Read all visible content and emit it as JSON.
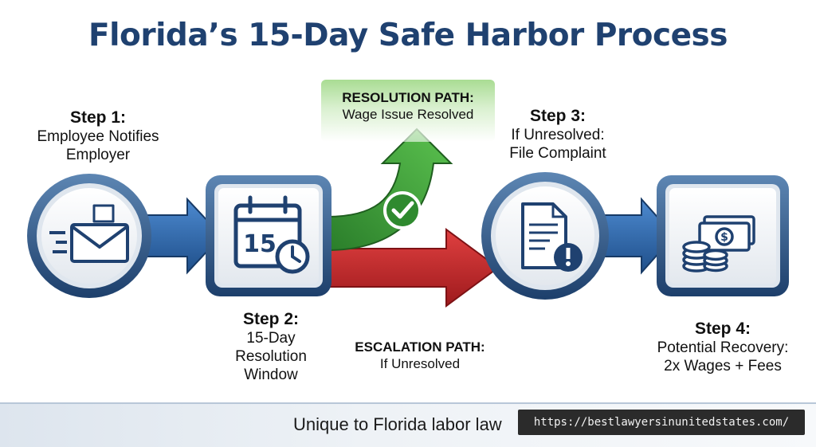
{
  "title": "Florida’s 15-Day Safe Harbor Process",
  "steps": [
    {
      "title": "Step 1:",
      "lines": [
        "Employee Notifies",
        "Employer"
      ],
      "icon": "envelope-icon"
    },
    {
      "title": "Step 2:",
      "lines": [
        "15-Day",
        "Resolution",
        "Window"
      ],
      "icon": "calendar-clock-icon",
      "calendar_number": "15"
    },
    {
      "title": "Step 3:",
      "lines": [
        "If Unresolved:",
        "File Complaint"
      ],
      "icon": "document-alert-icon"
    },
    {
      "title": "Step 4:",
      "lines": [
        "Potential Recovery:",
        "2x Wages + Fees"
      ],
      "icon": "money-coins-icon"
    }
  ],
  "resolution_path": {
    "title": "RESOLUTION PATH:",
    "text": "Wage Issue Resolved",
    "color": "#3a9a3a"
  },
  "escalation_path": {
    "title": "ESCALATION PATH:",
    "text": "If Unresolved",
    "color": "#c0262a"
  },
  "footer": {
    "text": "Unique to Florida labor law",
    "url": "https://bestlawyersinunitedstates.com/"
  },
  "colors": {
    "navy": "#1f4170",
    "ring": "#2f5b8c",
    "arrow_blue": "#2f65a6"
  }
}
